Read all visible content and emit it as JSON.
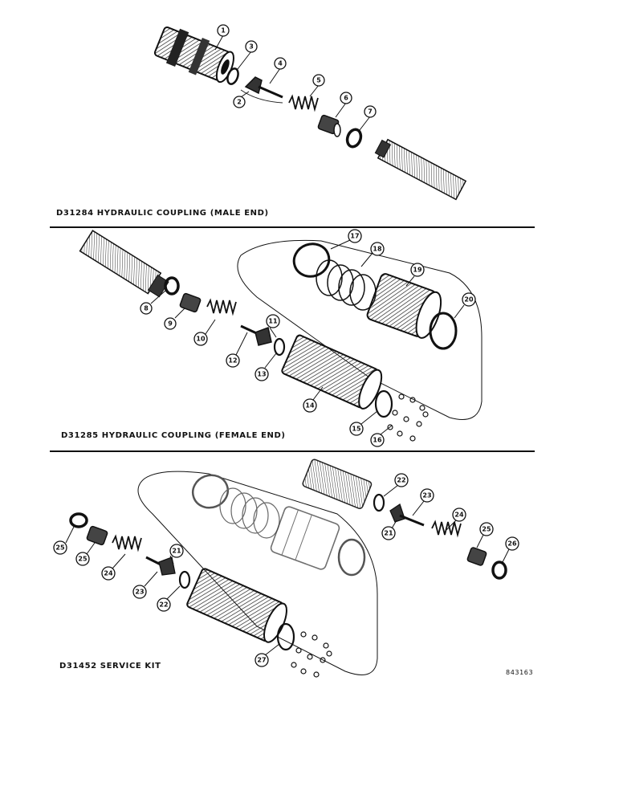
{
  "sections": [
    {
      "caption": "D31284 HYDRAULIC COUPLING (MALE END)",
      "callouts": [
        "1",
        "3",
        "4",
        "2",
        "5",
        "6",
        "7"
      ]
    },
    {
      "caption": "D31285 HYDRAULIC COUPLING (FEMALE END)",
      "callouts": [
        "17",
        "18",
        "19",
        "20",
        "8",
        "9",
        "10",
        "11",
        "12",
        "13",
        "14",
        "15",
        "16"
      ]
    },
    {
      "caption": "D31452 SERVICE KIT",
      "callouts": [
        "22",
        "23",
        "24",
        "25",
        "26",
        "21",
        "25",
        "25",
        "24",
        "21",
        "23",
        "22",
        "27"
      ]
    }
  ],
  "figure_code": "843163"
}
